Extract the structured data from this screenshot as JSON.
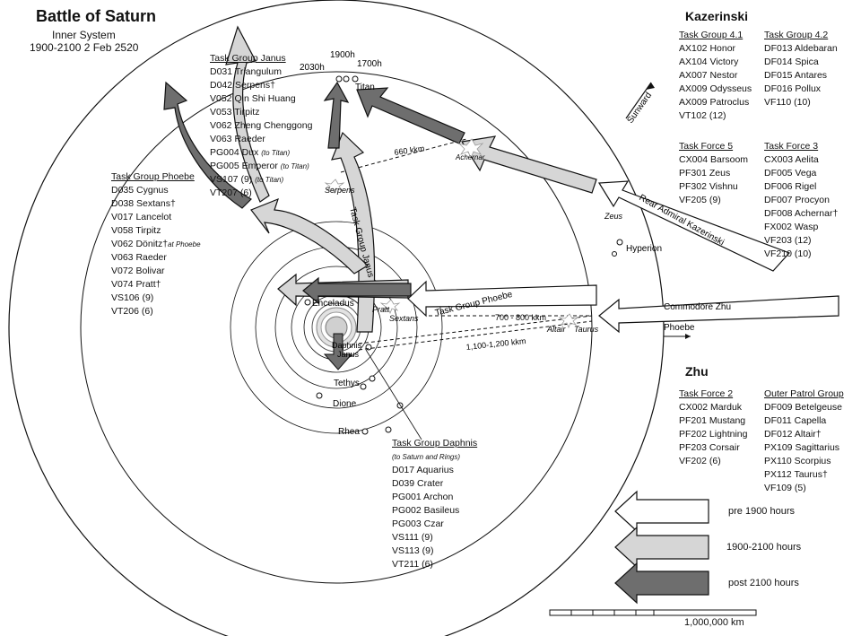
{
  "header": {
    "title": "Battle of Saturn",
    "subtitle_1": "Inner System",
    "subtitle_2": "1900-2100 2 Feb 2520"
  },
  "sides": {
    "kazerinski": "Kazerinski",
    "zhu": "Zhu"
  },
  "groups": {
    "janus": {
      "name": "Task Group Janus",
      "rows": [
        "D031 Triangulum",
        "D042 Serpens†",
        "V052 Qin Shi Huang",
        "V053 Tirpitz",
        "V062 Zheng Chenggong",
        "V063 Raeder",
        "PG004 Dux",
        "PG005 Emperor",
        "VS107 (9)",
        "VT207 (6)"
      ],
      "notes": {
        "pg004": "(to Titan)",
        "pg005": "(to Titan)",
        "vs107": "(to Titan)"
      }
    },
    "phoebe": {
      "name": "Task Group Phoebe",
      "rows": [
        "D035 Cygnus",
        "D038 Sextans†",
        "V017 Lancelot",
        "V058 Tirpitz",
        "V062 Dönitz†",
        "V063 Raeder",
        "V072 Bolivar",
        "V074 Pratt†",
        "VS106 (9)",
        "VT206 (6)"
      ],
      "notes": {
        "donitz": "at Phoebe"
      }
    },
    "daphnis": {
      "name": "Task Group Daphnis",
      "note": "(to Saturn and Rings)",
      "rows": [
        "D017 Aquarius",
        "D039 Crater",
        "PG001 Archon",
        "PG002 Basileus",
        "PG003 Czar",
        "VS111 (9)",
        "VS113 (9)",
        "VT211 (6)"
      ]
    },
    "tg41": {
      "name": "Task Group 4.1",
      "rows": [
        "AX102 Honor",
        "AX104 Victory",
        "AX007 Nestor",
        "AX009 Odysseus",
        "AX009 Patroclus",
        "VT102 (12)"
      ]
    },
    "tg42": {
      "name": "Task Group 4.2",
      "rows": [
        "DF013 Aldebaran",
        "DF014 Spica",
        "DF015 Antares",
        "DF016 Pollux",
        "VF110 (10)"
      ]
    },
    "tf5": {
      "name": "Task Force 5",
      "rows": [
        "CX004 Barsoom",
        "PF301 Zeus",
        "PF302 Vishnu",
        "VF205 (9)"
      ]
    },
    "tf3": {
      "name": "Task Force 3",
      "rows": [
        "CX003 Aelita",
        "DF005 Vega",
        "DF006 Rigel",
        "DF007 Procyon",
        "DF008 Achernar†",
        "FX002 Wasp",
        "VF203 (12)",
        "VF210 (10)"
      ]
    },
    "tf2": {
      "name": "Task Force 2",
      "rows": [
        "CX002 Marduk",
        "PF201 Mustang",
        "PF202 Lightning",
        "PF203 Corsair",
        "VF202 (6)"
      ]
    },
    "outer": {
      "name": "Outer Patrol Group",
      "rows": [
        "DF009 Betelgeuse",
        "DF011 Capella",
        "DF012 Altair†",
        "PX109 Sagittarius",
        "PX110 Scorpius",
        "PX112 Taurus†",
        "VF109 (5)"
      ]
    }
  },
  "map_labels": {
    "t1900": "1900h",
    "t2030": "2030h",
    "t1700": "1700h",
    "titan": "Titan",
    "hyperion": "Hyperion",
    "phoebe": "Phoebe",
    "enceladus": "Enceladus",
    "daphnis": "Daphnis",
    "janus": "Janus",
    "tethys": "Tethys",
    "dione": "Dione",
    "rhea": "Rhea",
    "pratt": "Pratt",
    "sextans": "Sextans",
    "serpens": "Serpens",
    "achernar": "Achernar",
    "altair": "Altair",
    "taurus": "Taurus",
    "zeus": "Zeus",
    "dist_660": "660 kkm",
    "dist_700": "700 - 800 kkm",
    "dist_1100": "1,100-1,200 kkm",
    "sunward": "Sunward",
    "arrow_janus": "Task Group Janus",
    "arrow_phoebe": "Task Group Phoebe",
    "arrow_kaz": "Rear Admiral Kazerinski",
    "arrow_zhu": "Commodore Zhu"
  },
  "legend": {
    "pre": "pre 1900 hours",
    "mid": "1900-2100 hours",
    "post": "post 2100 hours",
    "scale": "1,000,000 km"
  },
  "colors": {
    "pre": "#ffffff",
    "mid": "#d6d6d6",
    "post": "#6e6e6e",
    "line": "#111111"
  }
}
